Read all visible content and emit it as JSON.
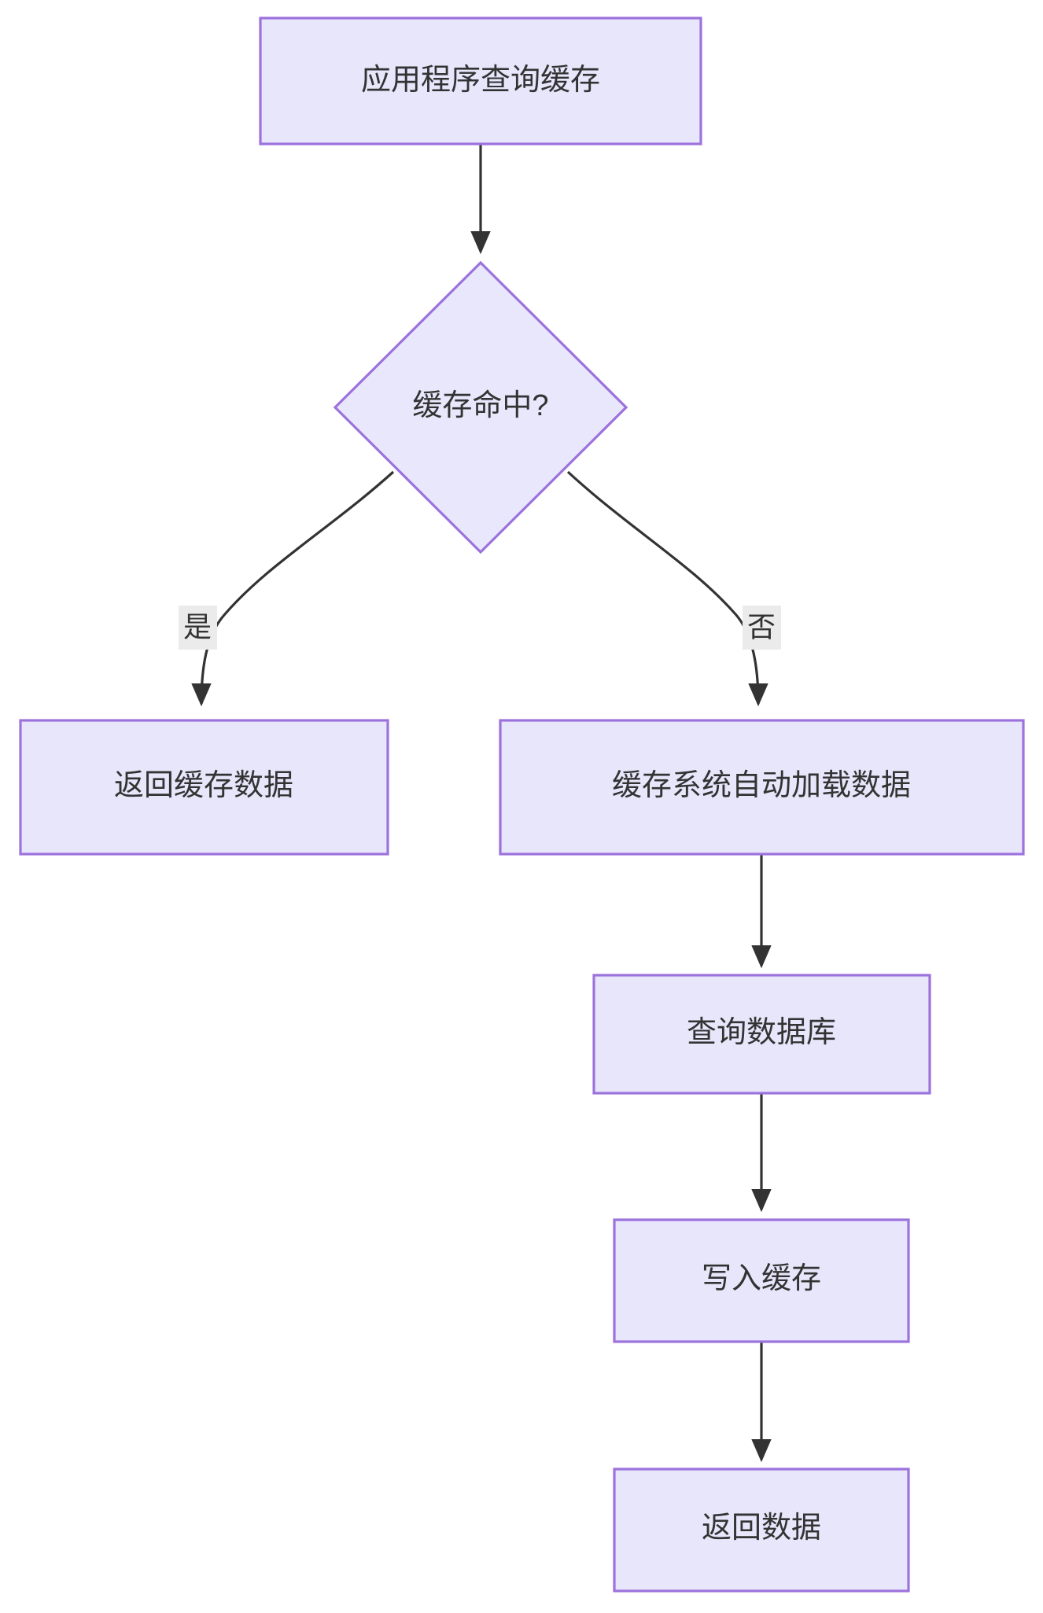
{
  "diagram": {
    "type": "flowchart",
    "direction": "top-down",
    "background_color": "#ffffff",
    "node_fill_color": "#e8e6fb",
    "node_border_color": "#9c72dd",
    "edge_color": "#333333",
    "text_color": "#333333",
    "edge_label_background": "#ebebeb",
    "nodes": [
      {
        "id": "n1",
        "shape": "rect",
        "label": "应用程序查询缓存"
      },
      {
        "id": "n2",
        "shape": "diamond",
        "label": "缓存命中?"
      },
      {
        "id": "n3",
        "shape": "rect",
        "label": "返回缓存数据"
      },
      {
        "id": "n4",
        "shape": "rect",
        "label": "缓存系统自动加载数据"
      },
      {
        "id": "n5",
        "shape": "rect",
        "label": "查询数据库"
      },
      {
        "id": "n6",
        "shape": "rect",
        "label": "写入缓存"
      },
      {
        "id": "n7",
        "shape": "rect",
        "label": "返回数据"
      }
    ],
    "edges": [
      {
        "from": "n1",
        "to": "n2",
        "label": ""
      },
      {
        "from": "n2",
        "to": "n3",
        "label": "是"
      },
      {
        "from": "n2",
        "to": "n4",
        "label": "否"
      },
      {
        "from": "n4",
        "to": "n5",
        "label": ""
      },
      {
        "from": "n5",
        "to": "n6",
        "label": ""
      },
      {
        "from": "n6",
        "to": "n7",
        "label": ""
      }
    ]
  }
}
